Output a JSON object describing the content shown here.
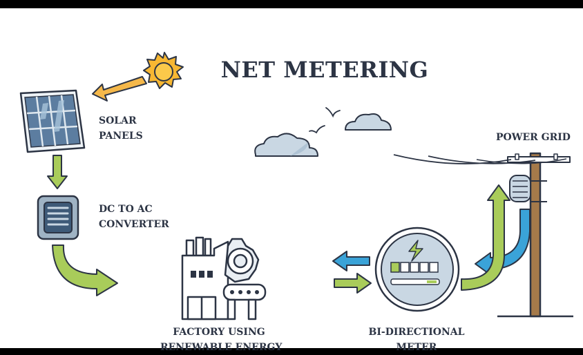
{
  "title": "NET METERING",
  "labels": {
    "solar": [
      "SOLAR",
      "PANELS"
    ],
    "converter": [
      "DC TO AC",
      "CONVERTER"
    ],
    "grid": "POWER GRID",
    "factory": [
      "FACTORY USING",
      "RENEWABLE ENERGY"
    ],
    "meter": [
      "BI-DIRECTIONAL",
      "METER"
    ]
  },
  "icons": [
    "sun-icon",
    "solar-panel-icon",
    "converter-icon",
    "factory-icon",
    "bi-directional-meter-icon",
    "power-grid-pole-icon",
    "cloud-icon",
    "bird-icon",
    "arrow-icon"
  ],
  "colors": {
    "outline": "#2c3444",
    "green": "#a9cc5a",
    "blue": "#3aa3d8",
    "sun": "#f7b732",
    "sun_arrow": "#f5b84a",
    "cloud": "#c9d7e3",
    "panel": "#5c7da0",
    "pole": "#a57a4a"
  }
}
